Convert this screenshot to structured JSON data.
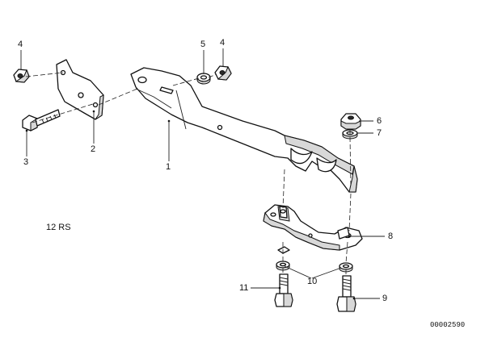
{
  "callouts": {
    "c1": "1",
    "c2": "2",
    "c3": "3",
    "c4a": "4",
    "c4b": "4",
    "c5": "5",
    "c6": "6",
    "c7": "7",
    "c8": "8",
    "c9": "9",
    "c10": "10",
    "c11": "11"
  },
  "model_note": "12 RS",
  "diagram_number": "00002590"
}
